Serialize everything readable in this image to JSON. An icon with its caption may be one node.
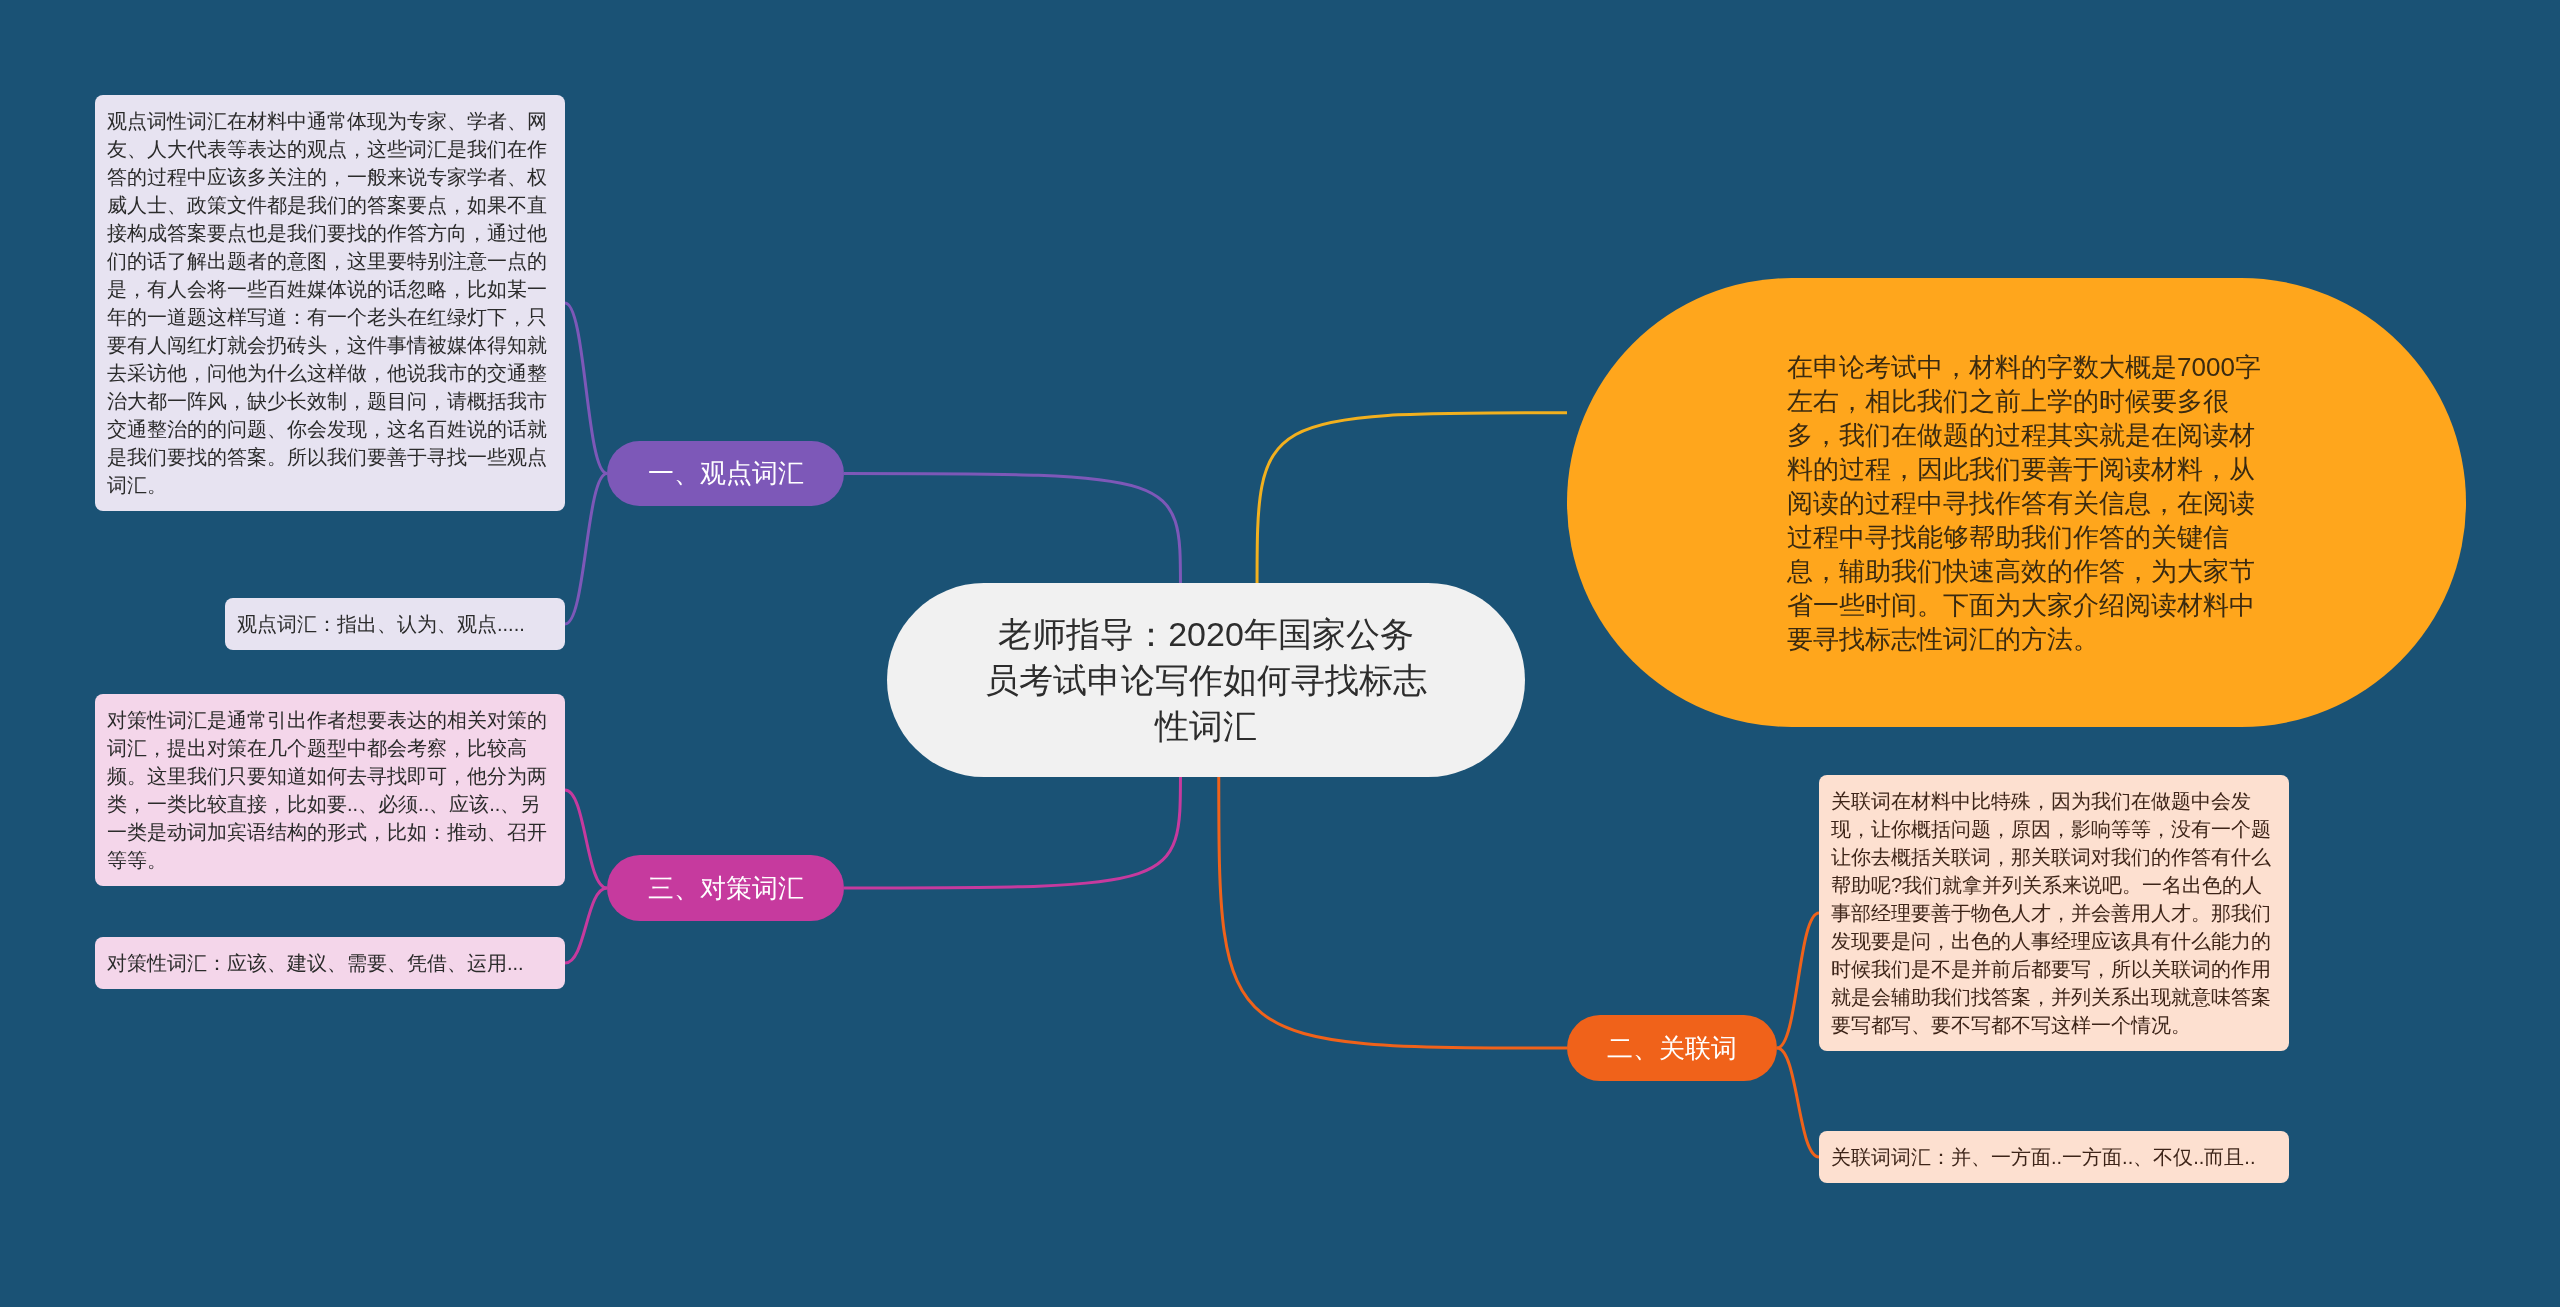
{
  "diagram": {
    "nodes": [
      {
        "text": [
          "老师指导：2020年国家公务员考试申论写作如何寻找标志性词汇"
        ]
      },
      {
        "text": [
          "在申论考试中，材料的字数大概是7000字左右，相比我们之前上学的时候要多很多，我们在做题的过程其实就是在阅读材料的过程，因此我们要善于阅读材料，从阅读的过程中寻找作答有关信息，在阅读过程中寻找能够帮助我们作答的关键信息，辅助我们快速高效的作答，为大家节省一些时间。下面为大家介绍阅读材料中要寻找标志性词汇的方法。"
        ]
      },
      {
        "text": [
          "一、观点词汇"
        ]
      },
      {
        "text": [
          "观点词性词汇在材料中通常体现为专家、学者、网友、人大代表等表达的观点，这些词汇是我们在作答的过程中应该多关注的，一般来说专家学者、权威人士、政策文件都是我们的答案要点，如果不直接构成答案要点也是我们要找的作答方向，通过他们的话了解出题者的意图，这里要特别注意一点的是，有人会将一些百姓媒体说的话忽略，比如某一年的一道题这样写道：有一个老头在红绿灯下，只要有人闯红灯就会扔砖头，这件事情被媒体得知就去采访他，问他为什么这样做，他说我市的交通整治大都一阵风，缺少长效制，题目问，请概括我市交通整治的的问题、你会发现，这名百姓说的话就是我们要找的答案。所以我们要善于寻找一些观点词汇。"
        ]
      },
      {
        "text": [
          "观点词汇：指出、认为、观点....."
        ]
      },
      {
        "text": [
          "三、对策词汇"
        ]
      },
      {
        "text": [
          "对策性词汇是通常引出作者想要表达的相关对策的词汇，提出对策在几个题型中都会考察，比较高频。这里我们只要知道如何去寻找即可，他分为两类，一类比较直接，比如要..、必须..、应该..、另一类是动词加宾语结构的形式，比如：推动、召开等等。"
        ]
      },
      {
        "text": [
          "对策性词汇：应该、建议、需要、凭借、运用..."
        ]
      },
      {
        "text": [
          "二、关联词"
        ]
      },
      {
        "text": [
          "关联词在材料中比特殊，因为我们在做题中会发现，让你概括问题，原因，影响等等，没有一个题让你去概括关联词，那关联词对我们的作答有什么帮助呢?我们就拿并列关系来说吧。一名出色的人事部经理要善于物色人才，并会善用人才。那我们发现要是问，出色的人事经理应该具有什么能力的时候我们是不是并前后都要写，所以关联词的作用就是会辅助我们找答案，并列关系出现就意味答案要写都写、要不写都不写这样一个情况。"
        ]
      },
      {
        "text": [
          "关联词词汇：并、一方面..一方面..、不仅..而且.."
        ]
      }
    ],
    "edges": [
      {
        "from": 0,
        "to": 1,
        "arrow": "none",
        "color": "#f2b01e"
      },
      {
        "from": 0,
        "to": 2,
        "arrow": "none",
        "color": "#7d58b8"
      },
      {
        "from": 2,
        "to": 3,
        "arrow": "none",
        "color": "#7d58b8"
      },
      {
        "from": 2,
        "to": 4,
        "arrow": "none",
        "color": "#7d58b8"
      },
      {
        "from": 0,
        "to": 5,
        "arrow": "none",
        "color": "#c63a9e"
      },
      {
        "from": 5,
        "to": 6,
        "arrow": "none",
        "color": "#c63a9e"
      },
      {
        "from": 5,
        "to": 7,
        "arrow": "none",
        "color": "#c63a9e"
      },
      {
        "from": 0,
        "to": 8,
        "arrow": "none",
        "color": "#f0621a"
      },
      {
        "from": 8,
        "to": 9,
        "arrow": "none",
        "color": "#f0621a"
      },
      {
        "from": 8,
        "to": 10,
        "arrow": "none",
        "color": "#f0621a"
      }
    ]
  }
}
